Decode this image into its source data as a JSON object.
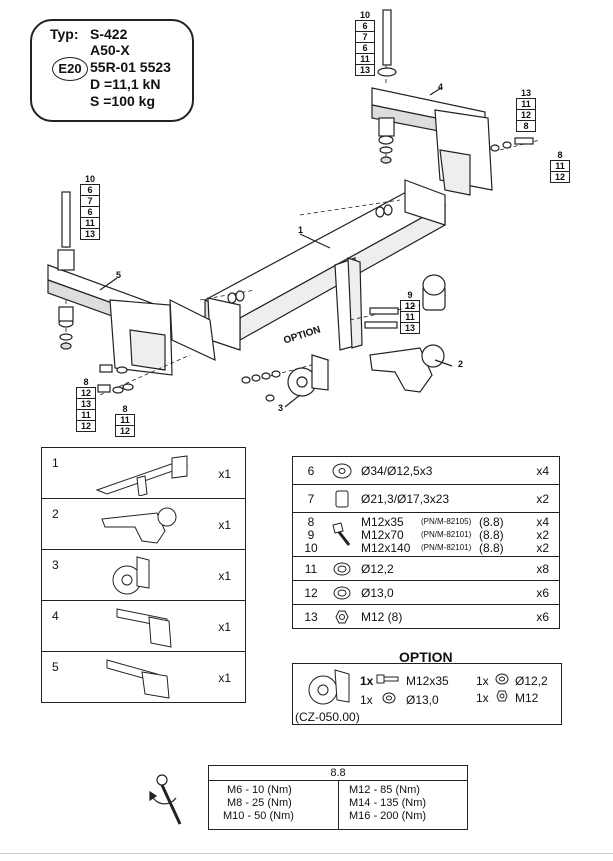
{
  "spec": {
    "typ_label": "Typ:",
    "typ_value": "S-422",
    "model": "A50-X",
    "e_mark": "E20",
    "approval": "55R-01 5523",
    "d_value": "D =11,1 kN",
    "s_value": "S =100 kg"
  },
  "callouts": {
    "c1": "1",
    "c2": "2",
    "c3": "3",
    "c4": "4",
    "c5": "5",
    "option": "OPTION"
  },
  "stack_top": {
    "head": "10",
    "items": [
      "6",
      "7",
      "6",
      "11",
      "13"
    ]
  },
  "stack_left": {
    "head": "10",
    "items": [
      "6",
      "7",
      "6",
      "11",
      "13"
    ]
  },
  "stack_right_top": {
    "head": "13",
    "items": [
      "11",
      "12",
      "8"
    ]
  },
  "stack_right_side": {
    "head": "8",
    "items": [
      "11",
      "12"
    ]
  },
  "stack_mid": {
    "head": "9",
    "items": [
      "12",
      "11",
      "13"
    ]
  },
  "stack_bl_a": {
    "head": "8",
    "items": [
      "12",
      "13",
      "11",
      "12"
    ]
  },
  "stack_bl_b": {
    "head": "8",
    "items": [
      "11",
      "12"
    ]
  },
  "parts": [
    {
      "num": "1",
      "qty": "x1"
    },
    {
      "num": "2",
      "qty": "x1"
    },
    {
      "num": "3",
      "qty": "x1"
    },
    {
      "num": "4",
      "qty": "x1"
    },
    {
      "num": "5",
      "qty": "x1"
    }
  ],
  "hardware": [
    {
      "num": "6",
      "desc": "Ø34/Ø12,5x3",
      "qty": "x4"
    },
    {
      "num": "7",
      "desc": "Ø21,3/Ø17,3x23",
      "qty": "x2"
    },
    {
      "num": "8",
      "desc": "M12x35",
      "ref": "(PN/M-82105)",
      "grade": "(8.8)",
      "qty": "x4"
    },
    {
      "num": "9",
      "desc": "M12x70",
      "ref": "(PN/M-82101)",
      "grade": "(8.8)",
      "qty": "x2"
    },
    {
      "num": "10",
      "desc": "M12x140",
      "ref": "(PN/M-82101)",
      "grade": "(8.8)",
      "qty": "x2"
    },
    {
      "num": "11",
      "desc": "Ø12,2",
      "qty": "x8"
    },
    {
      "num": "12",
      "desc": "Ø13,0",
      "qty": "x6"
    },
    {
      "num": "13",
      "desc": "M12 (8)",
      "qty": "x6"
    }
  ],
  "option": {
    "title": "OPTION",
    "l1_qty": "1x",
    "l1_desc": "M12x35",
    "l2_qty": "1x",
    "l2_desc": "Ø13,0",
    "r1_qty": "1x",
    "r1_desc": "Ø12,2",
    "r2_qty": "1x",
    "r2_desc": "M12",
    "code": "(CZ-050.00)"
  },
  "torque": {
    "grade": "8.8",
    "left": [
      "M6  -  10 (Nm)",
      "M8  -  25 (Nm)",
      "M10  -  50 (Nm)"
    ],
    "right": [
      "M12  -  85 (Nm)",
      "M14  -  135 (Nm)",
      "M16  -  200 (Nm)"
    ]
  }
}
